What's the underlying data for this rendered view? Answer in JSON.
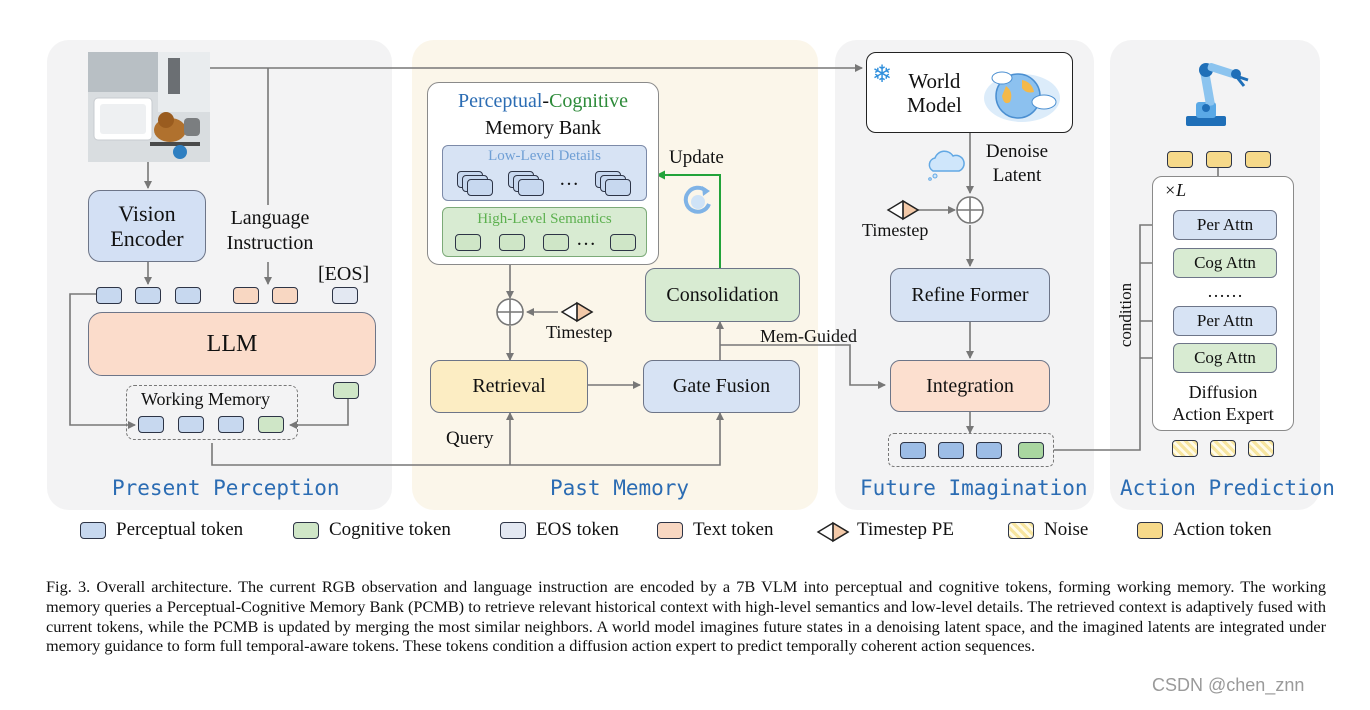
{
  "sections": {
    "present": "Present Perception",
    "past": "Past Memory",
    "future": "Future Imagination",
    "action": "Action Prediction"
  },
  "present": {
    "vision_encoder": "Vision\nEncoder",
    "language_instruction": "Language\nInstruction",
    "eos": "[EOS]",
    "llm": "LLM",
    "working_memory": "Working Memory"
  },
  "past": {
    "bank_title_perceptual": "Perceptual",
    "bank_title_dash": "-",
    "bank_title_cognitive": "Cognitive",
    "bank_title_line2": "Memory Bank",
    "low_level": "Low-Level Details",
    "high_level": "High-Level Semantics",
    "ellipsis": "…",
    "update": "Update",
    "consolidation": "Consolidation",
    "timestep": "Timestep",
    "retrieval": "Retrieval",
    "gate_fusion": "Gate Fusion",
    "query": "Query",
    "mem_guided": "Mem-Guided"
  },
  "future": {
    "world_model": "World\nModel",
    "denoise_latent": "Denoise\nLatent",
    "timestep": "Timestep",
    "refine_former": "Refine Former",
    "integration": "Integration"
  },
  "action": {
    "xL": "×L",
    "per_attn_1": "Per Attn",
    "cog_attn_1": "Cog Attn",
    "dots": "……",
    "per_attn_2": "Per Attn",
    "cog_attn_2": "Cog Attn",
    "expert": "Diffusion\nAction Expert",
    "condition": "condition"
  },
  "legend": {
    "perceptual": "Perceptual token",
    "cognitive": "Cognitive token",
    "eos": "EOS token",
    "text": "Text token",
    "timestep": "Timestep PE",
    "noise": "Noise",
    "action": "Action token"
  },
  "caption": "Fig. 3.  Overall architecture. The current RGB observation and language instruction are encoded by a 7B VLM into perceptual and cognitive tokens, forming working memory. The working memory queries a Perceptual-Cognitive Memory Bank (PCMB) to retrieve relevant historical context with high-level semantics and low-level details. The retrieved context is adaptively fused with current tokens, while the PCMB is updated by merging the most similar neighbors. A world model imagines future states in a denoising latent space, and the imagined latents are integrated under memory guidance to form full temporal-aware tokens. These tokens condition a diffusion action expert to predict temporally coherent action sequences.",
  "watermark": "CSDN @chen_znn",
  "colors": {
    "section_title": "#2b6cb3",
    "perceptual": "#c7d8ef",
    "cognitive": "#cfe6c7",
    "text": "#f8d7c2",
    "action": "#f6d98a",
    "green_arrow": "#22a33a"
  }
}
